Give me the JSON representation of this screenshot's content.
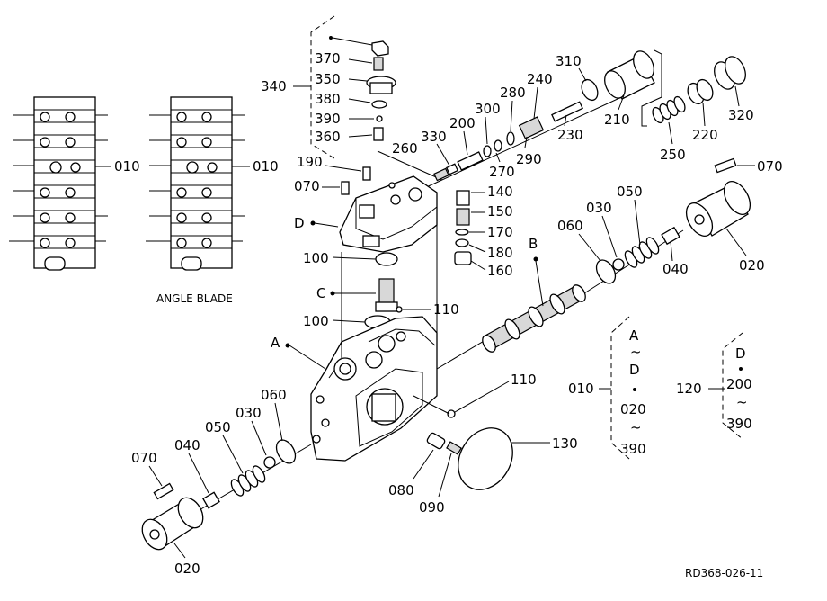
{
  "labels": {
    "p370": "370",
    "p350": "350",
    "p380": "380",
    "p390": "390",
    "p360": "360",
    "p340": "340",
    "p310": "310",
    "p240": "240",
    "p280": "280",
    "p300": "300",
    "p200": "200",
    "p330": "330",
    "p260": "260",
    "p270": "270",
    "p290": "290",
    "p230": "230",
    "p210": "210",
    "p250": "250",
    "p220": "220",
    "p320": "320",
    "p190": "190",
    "p070a": "070",
    "p070b": "070",
    "p070c": "070",
    "p140": "140",
    "p150": "150",
    "p170": "170",
    "p180": "180",
    "p160": "160",
    "p050a": "050",
    "p050b": "050",
    "p030a": "030",
    "p030b": "030",
    "p060a": "060",
    "p060b": "060",
    "p040a": "040",
    "p040b": "040",
    "p020a": "020",
    "p020b": "020",
    "p100a": "100",
    "p100b": "100",
    "p110a": "110",
    "p110b": "110",
    "p130": "130",
    "p080": "080",
    "p090": "090",
    "p010a": "010",
    "p010b": "010",
    "p010c": "010",
    "p120": "120",
    "markA": "A",
    "markB": "B",
    "markC": "C",
    "markD": "D",
    "angle_blade": "ANGLE BLADE",
    "ref_code": "RD368-026-11"
  },
  "group010": {
    "from": "A",
    "tilde1": "~",
    "to": "D",
    "n1": "020",
    "tilde2": "~",
    "n2": "390"
  },
  "group120": {
    "from": "D",
    "n1": "200",
    "tilde": "~",
    "n2": "390"
  }
}
